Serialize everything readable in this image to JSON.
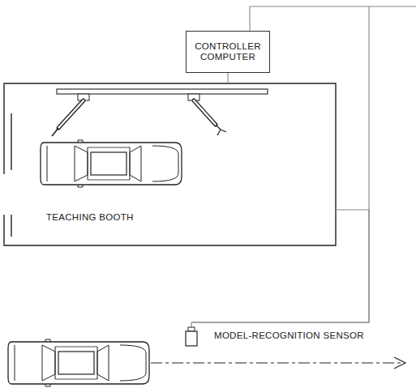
{
  "diagram": {
    "nodes": [
      {
        "text": [
          "CONTROLLER COMPUTER"
        ]
      },
      {
        "text": [
          "TEACHING BOOTH"
        ]
      },
      {
        "text": [
          "MODEL-RECOGNITION SENSOR"
        ]
      }
    ],
    "edges": [
      {
        "from": 0,
        "to": 1,
        "arrow": "none"
      },
      {
        "from": 0,
        "to": 2,
        "arrow": "none"
      },
      {
        "from": 1,
        "to": 2,
        "arrow": "none"
      }
    ]
  }
}
